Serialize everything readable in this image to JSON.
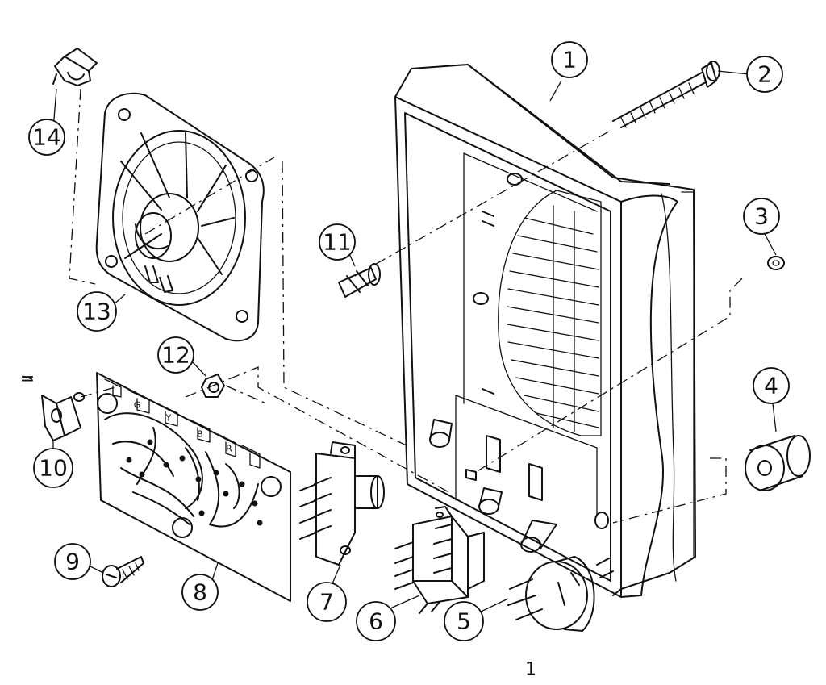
{
  "callouts": [
    {
      "id": "1",
      "label": "1"
    },
    {
      "id": "2",
      "label": "2"
    },
    {
      "id": "3",
      "label": "3"
    },
    {
      "id": "4",
      "label": "4"
    },
    {
      "id": "5",
      "label": "5"
    },
    {
      "id": "6",
      "label": "6"
    },
    {
      "id": "7",
      "label": "7"
    },
    {
      "id": "8",
      "label": "8"
    },
    {
      "id": "9",
      "label": "9"
    },
    {
      "id": "10",
      "label": "10"
    },
    {
      "id": "11",
      "label": "11"
    },
    {
      "id": "12",
      "label": "12"
    },
    {
      "id": "13",
      "label": "13"
    },
    {
      "id": "14",
      "label": "14"
    }
  ],
  "pcb_labels": [
    "G",
    "Y",
    "B",
    "R"
  ],
  "page_mark": "1",
  "edge_mark": "="
}
